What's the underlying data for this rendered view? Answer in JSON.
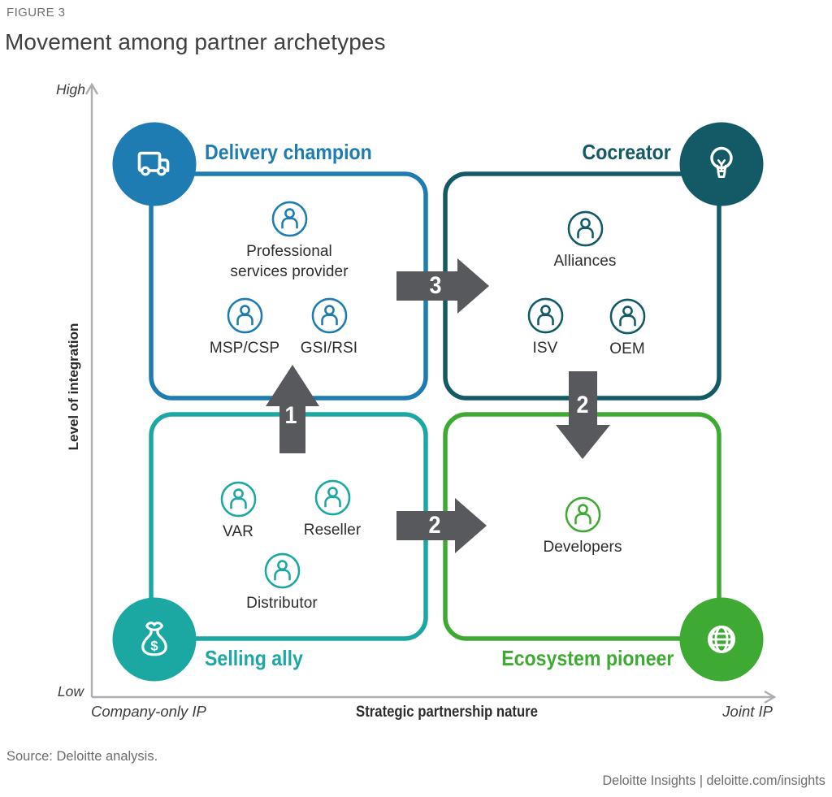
{
  "figure": {
    "eyebrow": "FIGURE 3",
    "title": "Movement among partner archetypes"
  },
  "axes": {
    "y": {
      "label": "Level of integration",
      "top": "High",
      "bottom": "Low"
    },
    "x": {
      "label": "Strategic partnership nature",
      "left": "Company-only IP",
      "right": "Joint IP"
    }
  },
  "quadrants": [
    {
      "id": "delivery-champion",
      "title": "Delivery champion",
      "color": "#1E7CB2",
      "icon": "truck-icon",
      "members": [
        "Professional services provider",
        "MSP/CSP",
        "GSI/RSI"
      ]
    },
    {
      "id": "cocreator",
      "title": "Cocreator",
      "color": "#135A66",
      "icon": "lightbulb-icon",
      "members": [
        "Alliances",
        "ISV",
        "OEM"
      ]
    },
    {
      "id": "selling-ally",
      "title": "Selling ally",
      "color": "#1BA8A2",
      "icon": "money-bag-icon",
      "icon_glyph": "$",
      "members": [
        "VAR",
        "Reseller",
        "Distributor"
      ]
    },
    {
      "id": "ecosystem-pioneer",
      "title": "Ecosystem pioneer",
      "color": "#3FAA33",
      "icon": "globe-icon",
      "members": [
        "Developers"
      ]
    }
  ],
  "arrows": [
    {
      "number": "1",
      "direction": "up",
      "from": "selling-ally",
      "to": "delivery-champion"
    },
    {
      "number": "3",
      "direction": "right",
      "from": "delivery-champion",
      "to": "cocreator"
    },
    {
      "number": "2",
      "direction": "down",
      "from": "cocreator",
      "to": "ecosystem-pioneer"
    },
    {
      "number": "2",
      "direction": "right",
      "from": "selling-ally",
      "to": "ecosystem-pioneer"
    }
  ],
  "colors": {
    "arrow": "#58595C",
    "axis": "#ACAEB1"
  },
  "footer": {
    "source": "Source: Deloitte analysis.",
    "credit": "Deloitte Insights | deloitte.com/insights"
  }
}
